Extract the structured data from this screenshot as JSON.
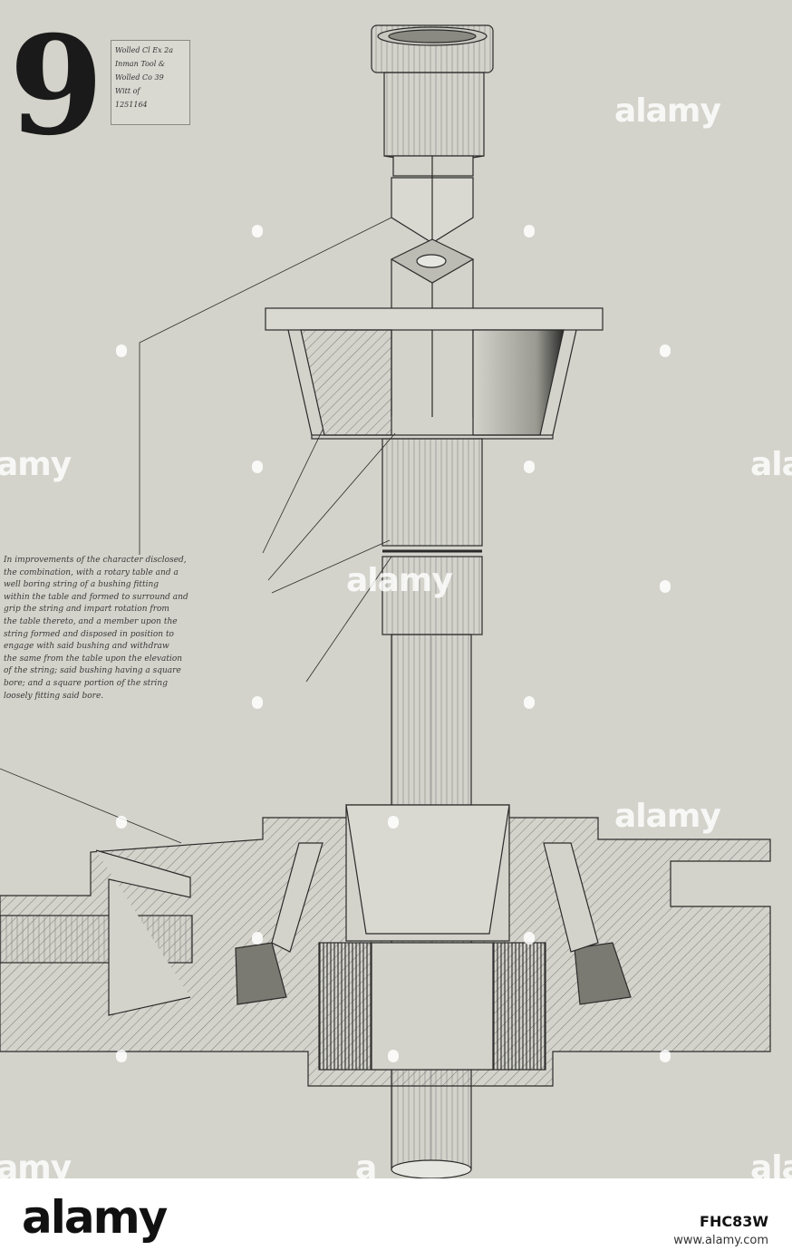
{
  "plate": {
    "number": "9",
    "label_card_lines": [
      "Wolled Cl  Ex 2a",
      "Inman Tool &",
      "Wolled Co 39",
      "Witt of",
      "1251164"
    ],
    "claim_lines": [
      "In improvements of the character disclosed,",
      "the combination, with a rotary table and a",
      "well boring string of a bushing fitting",
      "within the table and formed to surround and",
      "grip the string and impart rotation from",
      "the table thereto, and a member upon the",
      "string formed and disposed in position to",
      "engage with said bushing and withdraw",
      "the same from the table upon the elevation",
      "of the string; said bushing having a square",
      "bore; and a square portion of the string",
      "loosely fitting said bore."
    ]
  },
  "watermark": {
    "text": "alamy",
    "edge_left": "amy",
    "edge_right": "ala",
    "edge_bottom": "a"
  },
  "footer": {
    "logo": "alamy",
    "image_id": "FHC83W",
    "url": "www.alamy.com"
  },
  "colors": {
    "paper": "#d3d3cb",
    "ink": "#2a2a2a",
    "footer_bg": "#ffffff"
  }
}
